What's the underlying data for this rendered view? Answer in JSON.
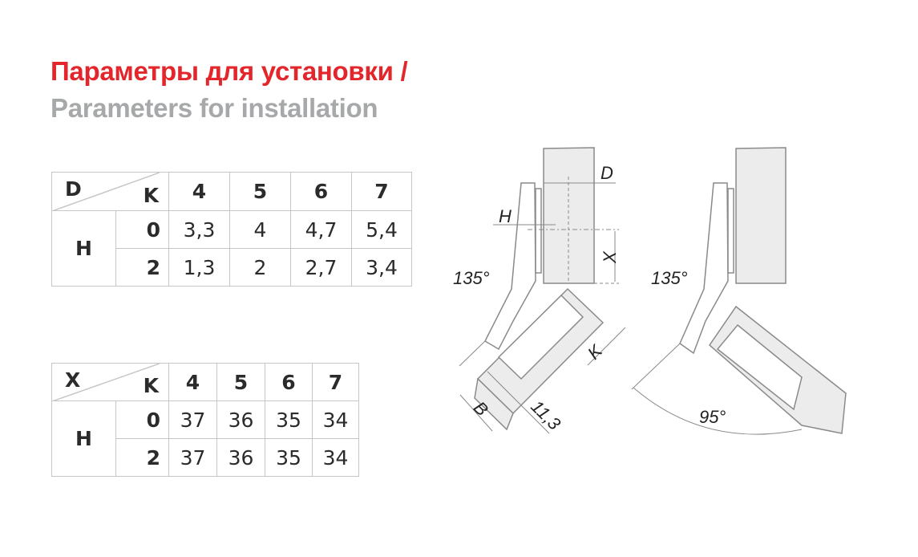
{
  "title": {
    "ru": "Параметры для установки /",
    "en": "Parameters for installation"
  },
  "table_d": {
    "corner_top": "D",
    "corner_right": "K",
    "row_header": "H",
    "k_values": [
      "4",
      "5",
      "6",
      "7"
    ],
    "rows": [
      {
        "h": "0",
        "values": [
          "3,3",
          "4",
          "4,7",
          "5,4"
        ]
      },
      {
        "h": "2",
        "values": [
          "1,3",
          "2",
          "2,7",
          "3,4"
        ]
      }
    ]
  },
  "table_x": {
    "corner_top": "X",
    "corner_right": "K",
    "row_header": "H",
    "k_values": [
      "4",
      "5",
      "6",
      "7"
    ],
    "rows": [
      {
        "h": "0",
        "values": [
          "37",
          "36",
          "35",
          "34"
        ]
      },
      {
        "h": "2",
        "values": [
          "37",
          "36",
          "35",
          "34"
        ]
      }
    ]
  },
  "diagram": {
    "label_d": "D",
    "label_h": "H",
    "label_x": "X",
    "label_k": "K",
    "label_b": "B",
    "label_offset": "11,3",
    "angle_left": "135°",
    "angle_right": "135°",
    "angle_open": "95°"
  },
  "colors": {
    "title_red": "#e3262b",
    "title_gray": "#a7a8aa",
    "line": "#8a8a8a",
    "wood": "#ececec"
  }
}
